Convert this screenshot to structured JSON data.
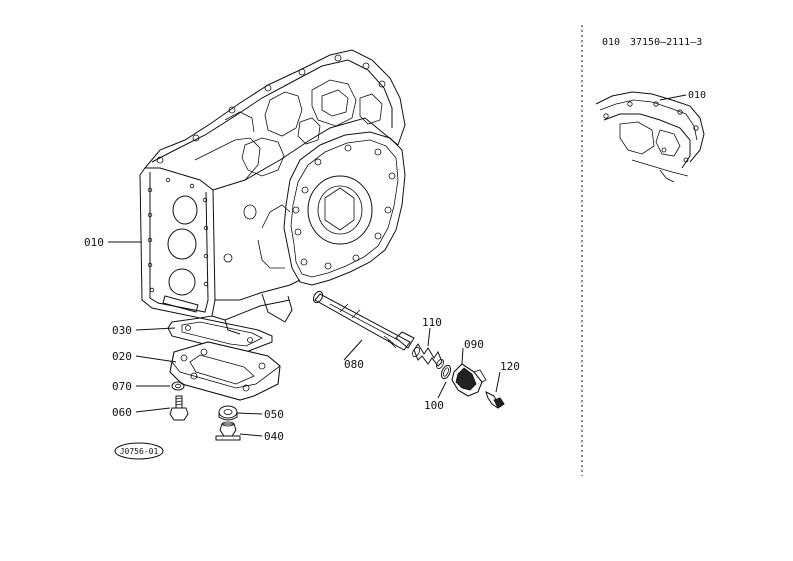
{
  "header": {
    "ref_code": "010",
    "part_number": "37150—2111—3"
  },
  "inset": {
    "callout": "010"
  },
  "figure_id": "J0756-01",
  "callouts": [
    {
      "id": "010",
      "name": "callout-010"
    },
    {
      "id": "030",
      "name": "callout-030"
    },
    {
      "id": "020",
      "name": "callout-020"
    },
    {
      "id": "070",
      "name": "callout-070"
    },
    {
      "id": "060",
      "name": "callout-060"
    },
    {
      "id": "050",
      "name": "callout-050"
    },
    {
      "id": "040",
      "name": "callout-040"
    },
    {
      "id": "080",
      "name": "callout-080"
    },
    {
      "id": "110",
      "name": "callout-110"
    },
    {
      "id": "090",
      "name": "callout-090"
    },
    {
      "id": "100",
      "name": "callout-100"
    },
    {
      "id": "120",
      "name": "callout-120"
    }
  ]
}
